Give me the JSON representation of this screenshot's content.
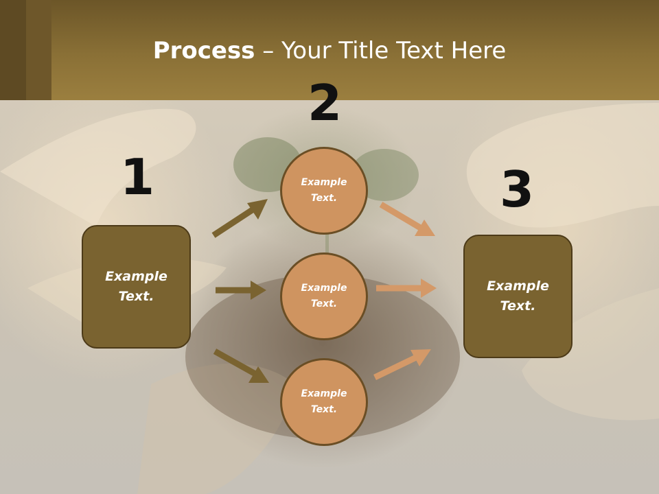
{
  "slide": {
    "title_bold": "Process",
    "title_rest": " – Your Title Text Here"
  },
  "steps": {
    "step1_number": "1",
    "step2_number": "2",
    "step3_number": "3"
  },
  "boxes": {
    "left_text": "Example\nText.",
    "right_text": "Example\nText."
  },
  "circles": [
    {
      "text": "Example\nText."
    },
    {
      "text": "Example\nText."
    },
    {
      "text": "Example\nText."
    }
  ],
  "colors": {
    "header": "#8a7036",
    "box_fill": "#7a6330",
    "circle_fill": "#cf9460",
    "dark_arrow": "#7a6330",
    "light_arrow": "#d49968"
  }
}
